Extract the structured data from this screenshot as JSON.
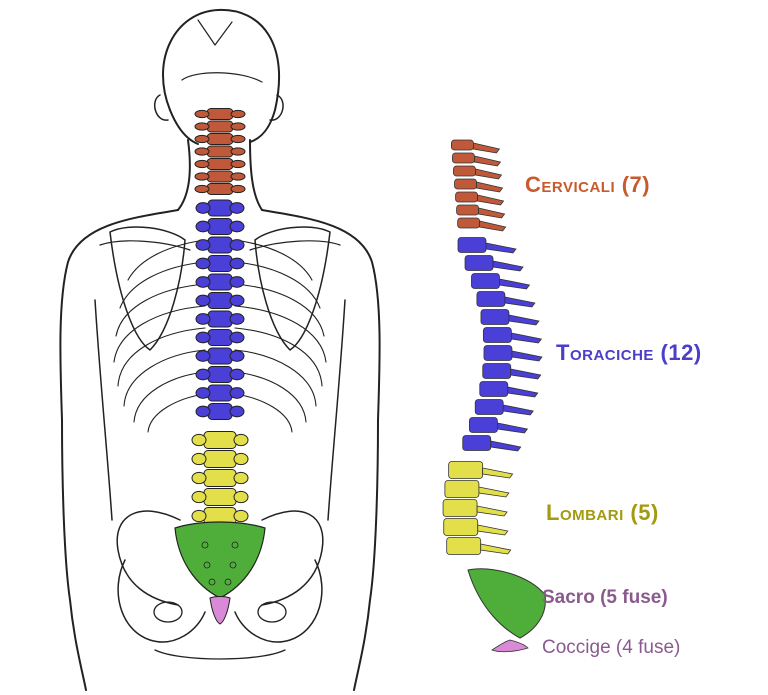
{
  "colors": {
    "cervical": "#c0583a",
    "thoracic": "#4a3fd6",
    "lumbar": "#e3df4a",
    "sacrum": "#4fae3a",
    "coccyx": "#d98ad6",
    "outline": "#222222"
  },
  "labels": {
    "cervical": "Cervicali (7)",
    "thoracic": "Toraciche (12)",
    "lumbar": "Lombari (5)",
    "sacrum": "Sacro (5 fuse)",
    "coccyx": "Coccige (4 fuse)"
  },
  "label_colors": {
    "cervical": "#c85a2e",
    "thoracic": "#4b3ec8",
    "lumbar": "#a39a10",
    "sacrum": "#8a5a8e",
    "coccyx": "#8a5a8e"
  }
}
